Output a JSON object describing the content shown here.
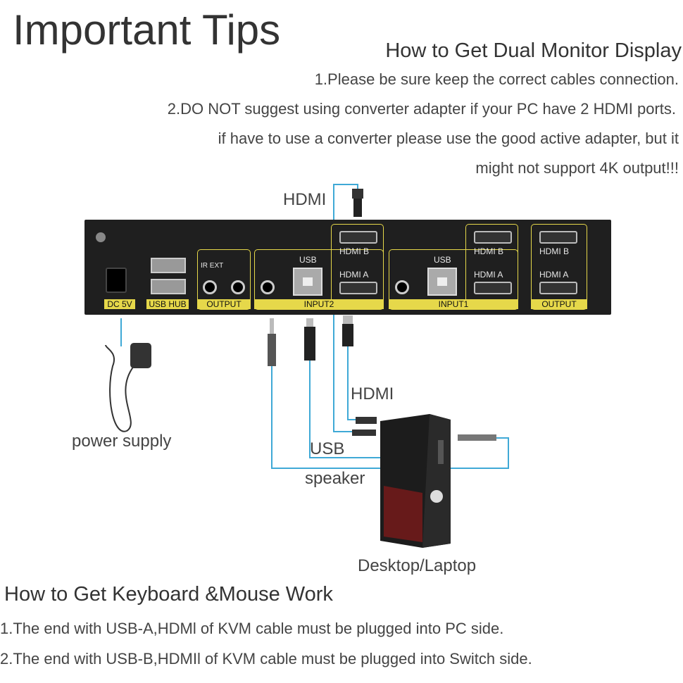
{
  "title": "Important Tips",
  "dual_monitor": {
    "heading": "How to Get Dual Monitor Display",
    "tips": [
      "1.Please be sure keep the correct cables connection.",
      "2.DO NOT suggest using converter adapter if your PC have 2 HDMI ports.",
      "if have to use a converter please use the good active adapter, but it",
      "might not support 4K output!!!"
    ]
  },
  "diagram": {
    "hdmi_top": "HDMI",
    "hdmi_pc": "HDMI",
    "usb": "USB",
    "speaker": "speaker",
    "power_supply": "power supply",
    "computer": "Desktop/Laptop",
    "panel": {
      "dc": "DC 5V",
      "usb_hub": "USB HUB",
      "ir_ext": "IR EXT",
      "output_audio": "OUTPUT",
      "usb": "USB",
      "hdmi_b": "HDMI B",
      "hdmi_a": "HDMI A",
      "input2": "INPUT2",
      "input1": "INPUT1",
      "output": "OUTPUT"
    },
    "cable_color": "#3fa9d6",
    "accent": "#e6d84a"
  },
  "keyboard_mouse": {
    "heading": "How to Get Keyboard &Mouse Work",
    "tips": [
      "1.The end with USB-A,HDMl of KVM cable must be plugged into PC side.",
      "2.The end with USB-B,HDMIl of KVM cable must be plugged into Switch side."
    ]
  }
}
